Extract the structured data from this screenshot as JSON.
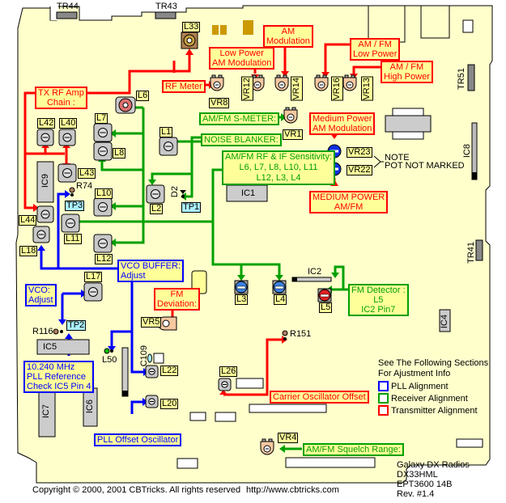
{
  "title_block": {
    "line1": "Galaxy DX Radios",
    "line2": "DX33HML",
    "line3": "EPT3600 14B",
    "line4": "Rev. #1.4"
  },
  "footer": {
    "copyright": "Copyright © 2000, 2001 CBTricks. All rights reserved",
    "url": "http://www.cbtricks.com"
  },
  "colors": {
    "board": "#ffffcc",
    "pll": "#0000ff",
    "receiver": "#00a000",
    "transmitter": "#ff0000",
    "component_gray": "#c0c0c0",
    "pot_body": "#f5c8a0"
  },
  "legend": {
    "heading1": "See The Following Sections",
    "heading2": "For Ajustment Info",
    "items": [
      {
        "label": "PLL Alignment",
        "color": "#0000ff"
      },
      {
        "label": "Receiver Alignment",
        "color": "#00a000"
      },
      {
        "label": "Transmitter Alignment",
        "color": "#ff0000"
      }
    ]
  },
  "transistors": [
    "TR44",
    "TR43",
    "TR51",
    "TR41"
  ],
  "coils": {
    "L33": "L33",
    "L6": "L6",
    "L42": "L42",
    "L40": "L40",
    "L7": "L7",
    "L8": "L8",
    "L1": "L1",
    "L43": "L43",
    "L10": "L10",
    "L2": "L2",
    "L44": "L44",
    "L11": "L11",
    "L18": "L18",
    "L12": "L12",
    "L17": "L17",
    "L3": "L3",
    "L4": "L4",
    "L5": "L5",
    "L22": "L22",
    "L20": "L20",
    "L26": "L26",
    "L50": "L50"
  },
  "pots": {
    "VR8": "VR8",
    "VR12": "VR12",
    "VR14": "VR14",
    "VR16": "VR16",
    "VR13": "VR13",
    "VR1": "VR1",
    "VR23": "VR23",
    "VR22": "VR22",
    "VR5": "VR5",
    "VR4": "VR4"
  },
  "ics": {
    "IC9": "IC9",
    "IC1": "IC1",
    "IC2": "IC2",
    "IC8": "IC8",
    "IC4": "IC4",
    "IC5": "IC5",
    "IC6": "IC6",
    "IC7": "IC7"
  },
  "misc_parts": {
    "R74": "R74",
    "R116": "R116",
    "R151": "R151",
    "D2": "D2",
    "C109": "C109",
    "TP1": "TP1",
    "TP2": "TP2",
    "TP3": "TP3"
  },
  "note": {
    "line1": "NOTE",
    "line2": "POT NOT MARKED"
  },
  "callouts": {
    "tx_rf_amp": [
      "TX RF Amp",
      "Chain :"
    ],
    "low_power_am": [
      "Low Power",
      "AM Modulation"
    ],
    "am_modulation": [
      "AM",
      "Modulation"
    ],
    "amfm_low_power": [
      "AM / FM",
      "Low Power"
    ],
    "amfm_high_power": [
      "AM / FM",
      "High Power"
    ],
    "rf_meter": "RF Meter",
    "s_meter": "AM/FM S-METER:",
    "medium_power_am": [
      "Medium Power",
      "AM Modulation"
    ],
    "noise_blanker": "NOISE BLANKER:",
    "rf_if_sensitivity": [
      "AM/FM RF & IF Sensitivity:",
      "L6, L7, L8, L10, L11",
      "L12, L3, L4"
    ],
    "medium_power_amfm": [
      "MEDIUM POWER",
      "AM/FM"
    ],
    "vco_buffer": [
      "VCO BUFFER:",
      "Adjust"
    ],
    "vco": [
      "VCO:",
      "Adjust"
    ],
    "fm_deviation": [
      "FM",
      "Deviation:"
    ],
    "fm_detector": [
      "FM Detector :",
      "L5",
      "IC2 Pin7"
    ],
    "pll_reference": [
      "10.240 MHz",
      "PLL Reference",
      "Check   IC5 Pin 4"
    ],
    "pll_offset": "PLL Offset Oscillator",
    "carrier_offset": "Carrier Oscillator Offset",
    "squelch": "AM/FM Squelch Range:"
  }
}
